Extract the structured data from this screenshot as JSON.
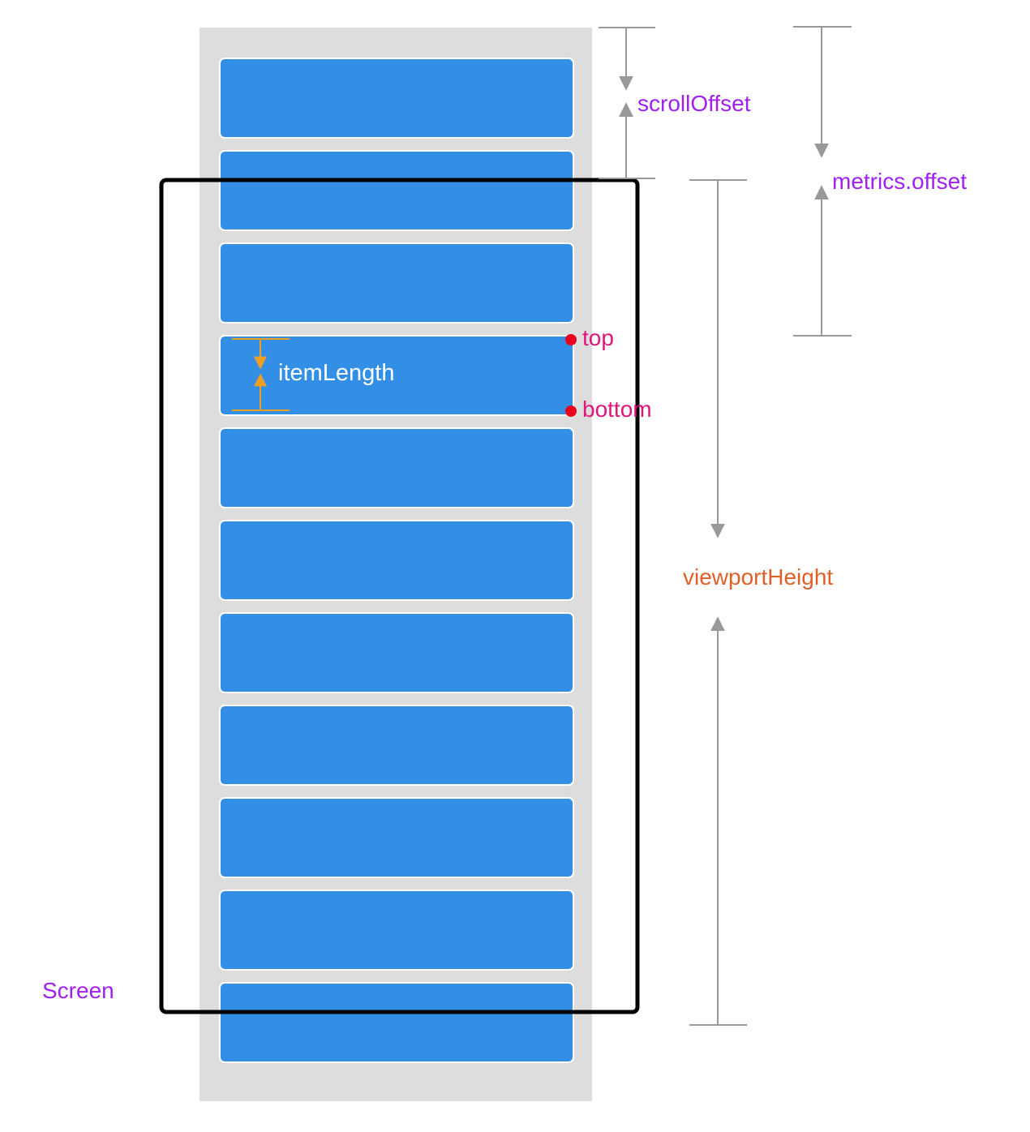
{
  "diagram": {
    "labels": {
      "scroll_offset": "scrollOffset",
      "metrics_offset": "metrics.offset",
      "item_length": "itemLength",
      "top": "top",
      "bottom": "bottom",
      "viewport_height": "viewportHeight",
      "screen": "Screen"
    },
    "list": {
      "item_count": 11
    },
    "colors": {
      "list_background": "#dddddd",
      "item_fill": "#338fe6",
      "item_border": "#ffffff",
      "screen_frame": "#000000",
      "dimension_line": "#999999",
      "item_length_marker": "#f0a020",
      "point_marker": "#e8001c",
      "label_purple": "#a020f0",
      "label_magenta": "#e0157a",
      "label_orange": "#e0602a",
      "label_white": "#ffffff"
    }
  }
}
